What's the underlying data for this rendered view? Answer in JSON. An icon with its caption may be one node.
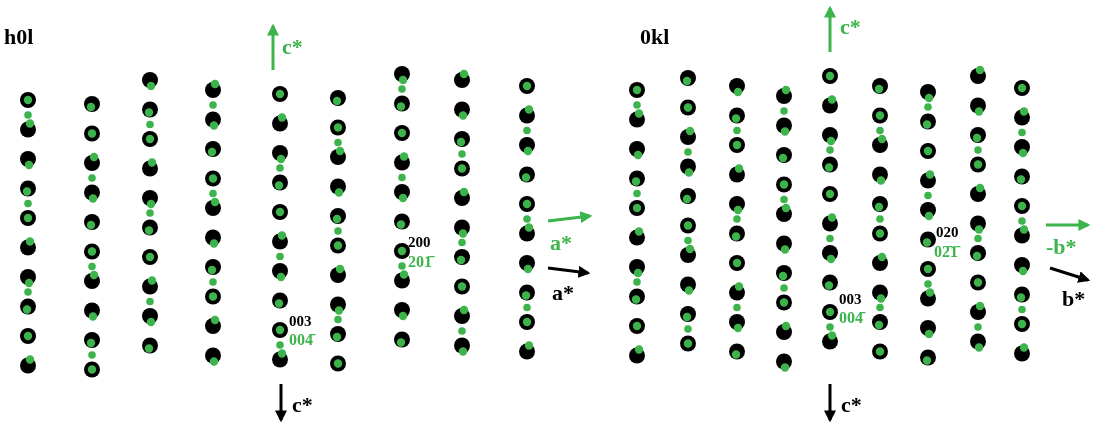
{
  "diagram": {
    "labels": [
      "h0l",
      "c*",
      "0kl",
      "c*",
      "a*",
      "-b*",
      "200",
      "201̄",
      "020",
      "02̄1̄",
      "a*",
      "b*",
      "003",
      "004̄",
      "003",
      "004̄",
      "c*",
      "c*"
    ]
  }
}
